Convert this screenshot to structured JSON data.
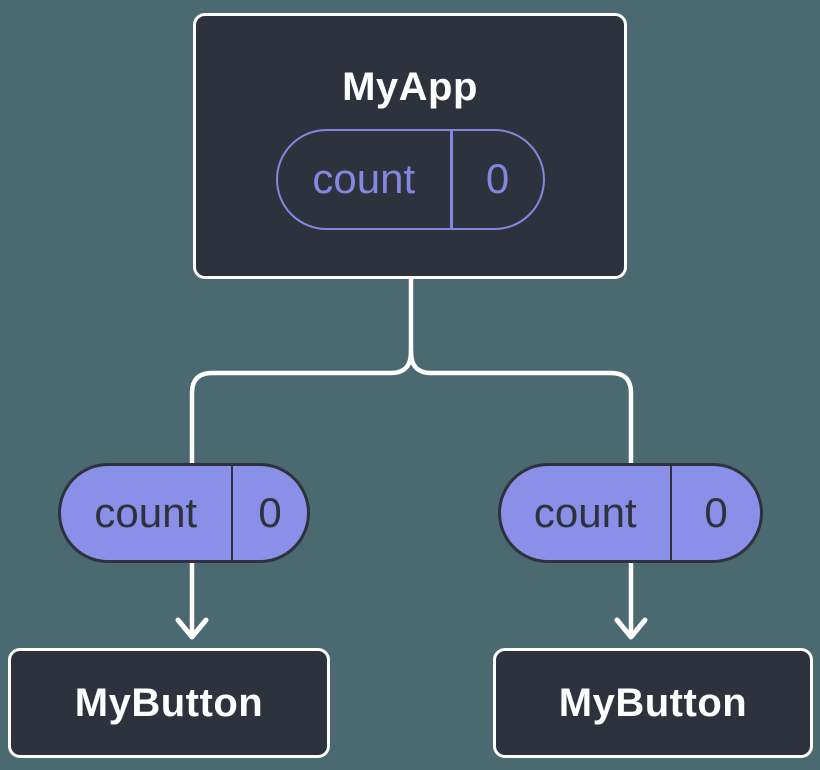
{
  "diagram": {
    "type": "component-tree",
    "root": {
      "label": "MyApp",
      "prop": {
        "name": "count",
        "value": "0"
      }
    },
    "children": [
      {
        "label": "MyButton",
        "prop": {
          "name": "count",
          "value": "0"
        }
      },
      {
        "label": "MyButton",
        "prop": {
          "name": "count",
          "value": "0"
        }
      }
    ],
    "colors": {
      "background": "#4a6971",
      "node_fill": "#2d323c",
      "node_border": "#ffffff",
      "pill_fill": "#8a8fe8",
      "pill_accent": "#8287e0",
      "connector": "#ffffff"
    }
  }
}
